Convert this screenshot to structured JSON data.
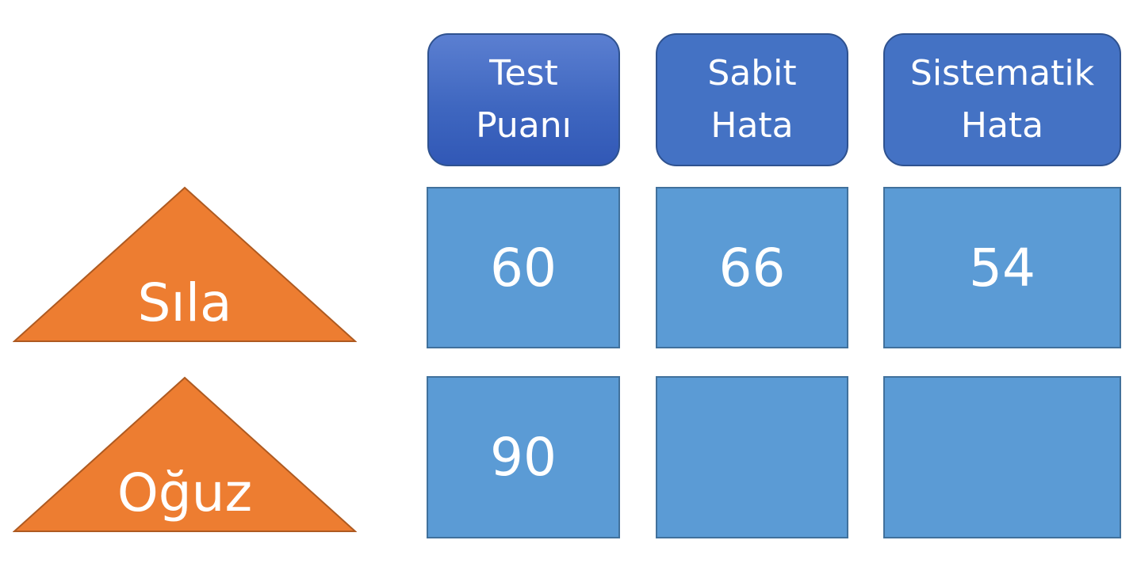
{
  "colors": {
    "header_fill": "#4472c4",
    "header_border": "#2f528f",
    "cell_fill": "#5b9bd5",
    "cell_border": "#41719c",
    "triangle_fill": "#ed7d31",
    "triangle_border": "#ae5a21",
    "text": "#ffffff"
  },
  "headers": [
    {
      "label": "Test\nPuanı"
    },
    {
      "label": "Sabit\nHata"
    },
    {
      "label": "Sistematik\nHata"
    }
  ],
  "rows": [
    {
      "name": "Sıla",
      "values": [
        "60",
        "66",
        "54"
      ]
    },
    {
      "name": "Oğuz",
      "values": [
        "90",
        "",
        ""
      ]
    }
  ]
}
